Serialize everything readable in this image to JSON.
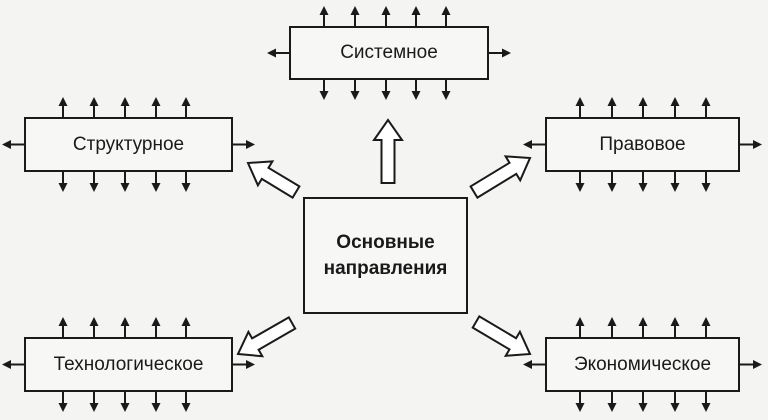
{
  "center": {
    "line1": "Основные",
    "line2": "направления"
  },
  "directions": {
    "system": "Системное",
    "structural": "Структурное",
    "legal": "Правовое",
    "technological": "Технологическое",
    "economic": "Экономическое"
  },
  "colors": {
    "stroke": "#1a1a1a",
    "background": "#f4f4f2",
    "arrow_fill": "#ffffff"
  }
}
